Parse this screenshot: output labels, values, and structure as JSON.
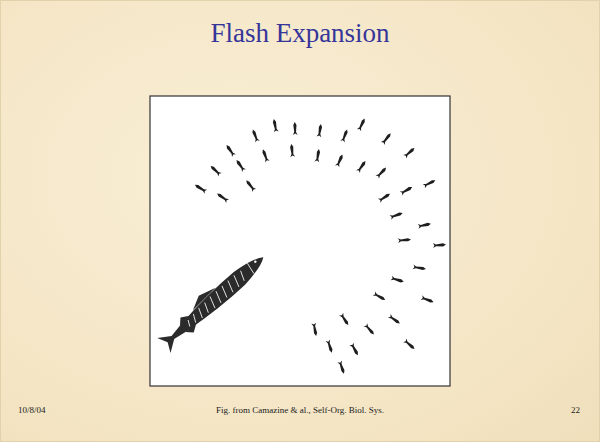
{
  "diagram": {
    "title": "Flash Expansion",
    "caption": "Fig. from Camazine & al., Self-Org. Biol. Sys.",
    "labels": [
      "10/8/04",
      "22"
    ]
  }
}
